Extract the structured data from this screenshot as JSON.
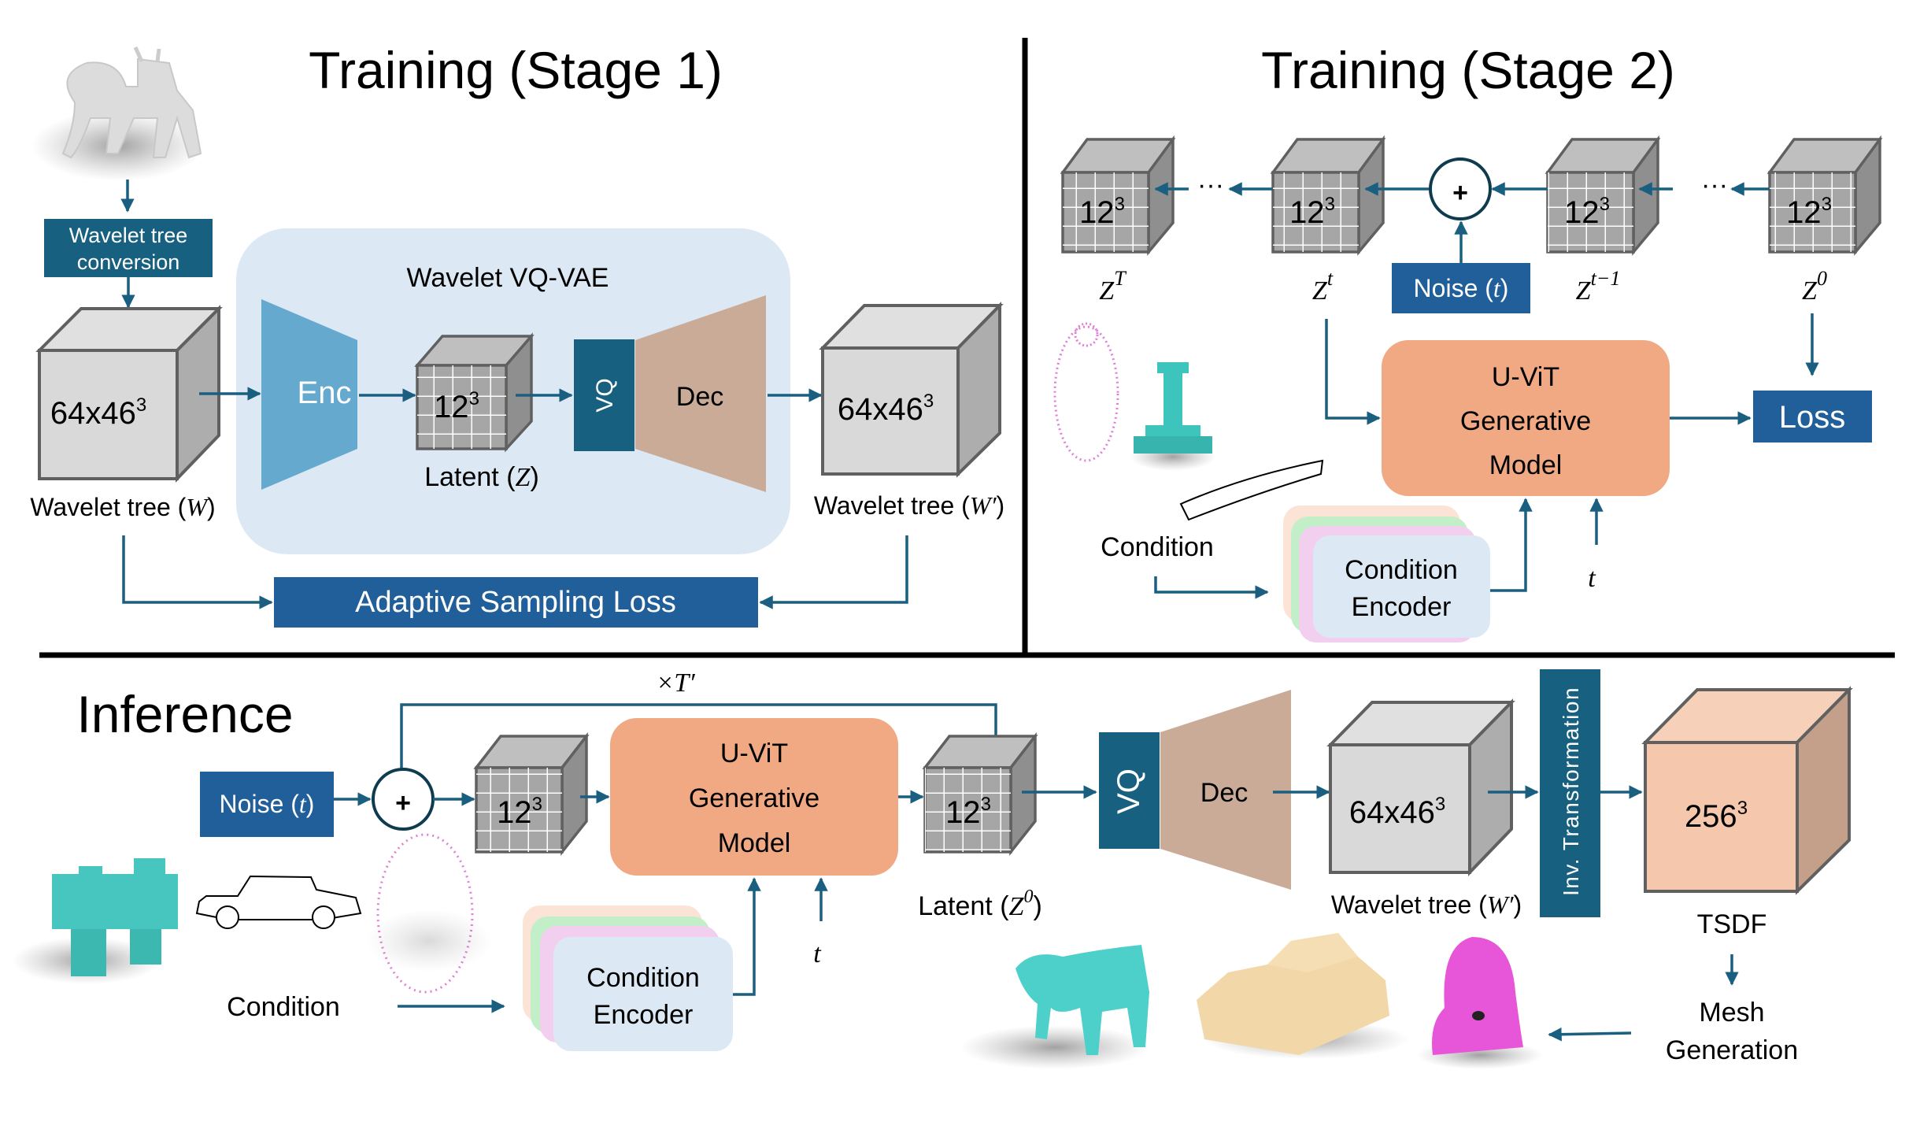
{
  "colors": {
    "arrow": "#1a5f80",
    "dark_teal_box": "#17607f",
    "blue_box": "#215f9a",
    "vqvae_bg": "#dce9f5",
    "encoder": "#66a9cf",
    "decoder": "#caab98",
    "uvit": "#f1a984",
    "cube_front": "#d9d9d9",
    "cube_side": "#adadad",
    "latent_front": "#a6a6a6",
    "tsdf_front": "#f5c7ad",
    "tsdf_side": "#c49f8a",
    "cond_enc_layers": [
      "#fbe3d6",
      "#c2efc8",
      "#f2cfee",
      "#dce9f5"
    ]
  },
  "stage1": {
    "title": "Training (Stage 1)",
    "input_object": "crab-mesh",
    "wavelet_conversion": [
      "Wavelet tree",
      "conversion"
    ],
    "input_cube": {
      "base": "64x46",
      "exp": "3"
    },
    "input_label": {
      "text": "Wavelet tree (",
      "var": "W",
      "close": ")"
    },
    "vqvae_title": "Wavelet VQ-VAE",
    "encoder": "Enc",
    "latent_cube": {
      "base": "12",
      "exp": "3"
    },
    "latent_label": {
      "text": "Latent (",
      "var": "Z",
      "close": ")"
    },
    "vq": "VQ",
    "decoder": "Dec",
    "output_cube": {
      "base": "64x46",
      "exp": "3"
    },
    "output_label": {
      "text": "Wavelet tree (",
      "var": "W′",
      "close": ")"
    },
    "loss": "Adaptive Sampling Loss"
  },
  "stage2": {
    "title": "Training (Stage 2)",
    "chain": [
      {
        "base": "12",
        "exp": "3",
        "var": "Z",
        "sup": "T"
      },
      {
        "base": "12",
        "exp": "3",
        "var": "Z",
        "sup": "t"
      },
      {
        "base": "12",
        "exp": "3",
        "var": "Z",
        "sup": "t−1"
      },
      {
        "base": "12",
        "exp": "3",
        "var": "Z",
        "sup": "0"
      }
    ],
    "ellipsis": "···",
    "plus": "+",
    "noise": {
      "text": "Noise (",
      "var": "t",
      "close": ")"
    },
    "uvit": [
      "U-ViT",
      "Generative",
      "Model"
    ],
    "loss": "Loss",
    "condition": "Condition",
    "condition_encoder": [
      "Condition",
      "Encoder"
    ],
    "timestep": "t",
    "condition_objects": [
      "point-cloud-human",
      "voxel-rook",
      "sketch-boat"
    ]
  },
  "inference": {
    "title": "Inference",
    "loop_label": "×T′",
    "noise": {
      "text": "Noise (",
      "var": "t",
      "close": ")"
    },
    "plus": "+",
    "input_cube": {
      "base": "12",
      "exp": "3"
    },
    "uvit": [
      "U-ViT",
      "Generative",
      "Model"
    ],
    "output_cube": {
      "base": "12",
      "exp": "3"
    },
    "latent_label": {
      "text": "Latent (",
      "var": "Z",
      "sup": "0",
      "close": ")"
    },
    "timestep": "t",
    "condition": "Condition",
    "condition_encoder": [
      "Condition",
      "Encoder"
    ],
    "condition_objects": [
      "voxel-elephant",
      "sketch-car",
      "point-cloud-head"
    ],
    "vq": "VQ",
    "decoder": "Dec",
    "wavelet_cube": {
      "base": "64x46",
      "exp": "3"
    },
    "wavelet_label": {
      "text": "Wavelet tree (",
      "var": "W′",
      "close": ")"
    },
    "inv_transform": "Inv. Transformation",
    "tsdf_cube": {
      "base": "256",
      "exp": "3"
    },
    "tsdf_label": "TSDF",
    "mesh_generation": [
      "Mesh",
      "Generation"
    ],
    "generated_objects": [
      "mesh-horse",
      "mesh-car",
      "mesh-head"
    ]
  }
}
